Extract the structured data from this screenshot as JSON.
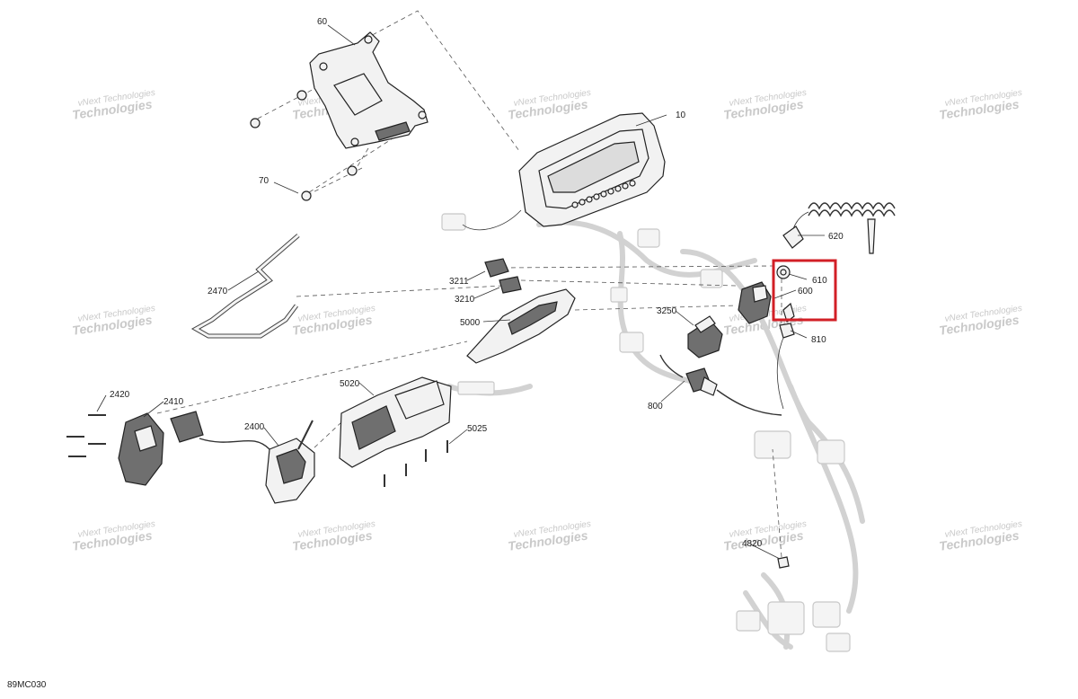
{
  "diagram": {
    "figure_code": "89MC030",
    "watermark": {
      "line1": "vNext Technologies",
      "line2": "Technologies"
    },
    "callouts": [
      "60",
      "70",
      "10",
      "620",
      "610",
      "600",
      "810",
      "3211",
      "3210",
      "2470",
      "5000",
      "3250",
      "800",
      "2420",
      "2410",
      "2400",
      "5020",
      "5025",
      "4820"
    ],
    "highlight": {
      "color": "#d21f26",
      "target": "610"
    }
  }
}
